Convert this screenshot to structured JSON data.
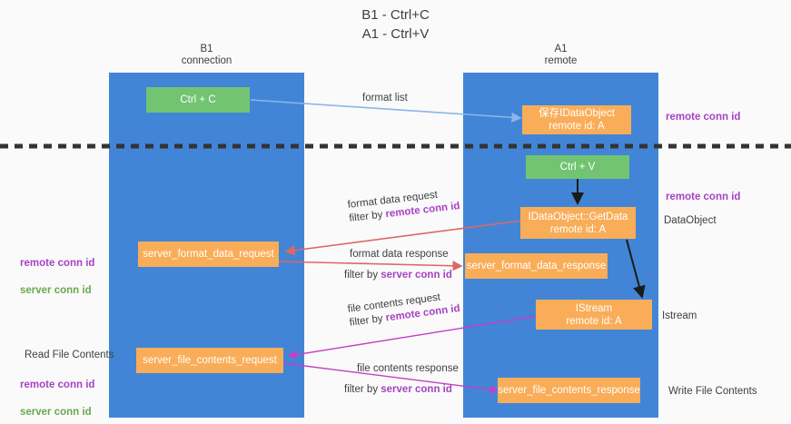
{
  "title": "B1 - Ctrl+C\nA1 - Ctrl+V",
  "colors": {
    "lane": "#4285d6",
    "box_orange": "#f9ad58",
    "box_green": "#72c472",
    "accent_purple": "#a742c4",
    "accent_green": "#6aa84f",
    "arrow_blue": "#8ab6e8",
    "arrow_red": "#e06666",
    "arrow_magenta": "#c43fc4",
    "arrow_black": "#1a1a1a",
    "background": "#fafafa"
  },
  "columns": [
    {
      "name": "B1\nconnection"
    },
    {
      "name": "A1\nremote"
    }
  ],
  "boxes": {
    "ctrl_c": "Ctrl + C",
    "save_idataobject": "保存IDataObject\nremote id: A",
    "ctrl_v": "Ctrl + V",
    "getdata": "IDataObject::GetData\nremote id: A",
    "server_format_data_request": "server_format_data_request",
    "server_format_data_response": "server_format_data_response",
    "istream": "IStream\nremote id: A",
    "server_file_contents_request": "server_file_contents_request",
    "server_file_contents_response": "server_file_contents_response"
  },
  "edges": {
    "format_list": "format list",
    "format_data_request": "format data request",
    "format_data_request_filter_prefix": "filter by ",
    "format_data_request_filter_key": "remote conn id",
    "format_data_response": "format data response",
    "format_data_response_filter_prefix": "filter by ",
    "format_data_response_filter_key": "server conn id",
    "file_contents_request": "file contents request",
    "file_contents_request_filter_prefix": "filter by ",
    "file_contents_request_filter_key": "remote conn id",
    "file_contents_response": "file contents response",
    "file_contents_response_filter_prefix": "filter by ",
    "file_contents_response_filter_key": "server conn id"
  },
  "annotations": {
    "right_remote_conn_id_top": "remote conn id",
    "right_remote_conn_id_mid": "remote conn id",
    "right_dataobject": "DataObject",
    "right_istream": "Istream",
    "right_write_file_contents": "Write File Contents",
    "left_remote_conn_id": "remote conn id",
    "left_server_conn_id": "server conn id",
    "left_read_file_contents": "Read File Contents",
    "left_remote_conn_id_2": "remote conn id",
    "left_server_conn_id_2": "server conn id"
  }
}
